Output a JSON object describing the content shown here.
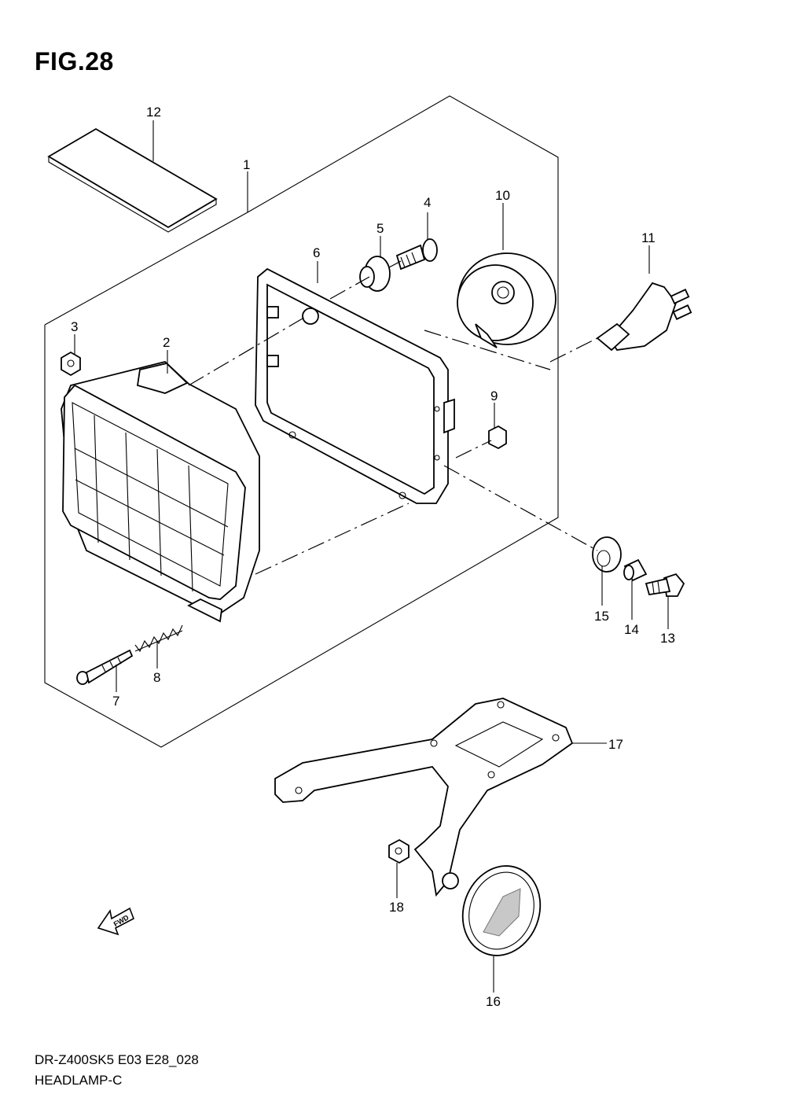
{
  "figure": {
    "title": "FIG.28"
  },
  "callouts": [
    "1",
    "2",
    "3",
    "4",
    "5",
    "6",
    "7",
    "8",
    "9",
    "10",
    "11",
    "12",
    "13",
    "14",
    "15",
    "16",
    "17",
    "18"
  ],
  "fwd_label": "FWD",
  "footer": {
    "code": "DR-Z400SK5 E03 E28_028",
    "name": "HEADLAMP-C"
  }
}
